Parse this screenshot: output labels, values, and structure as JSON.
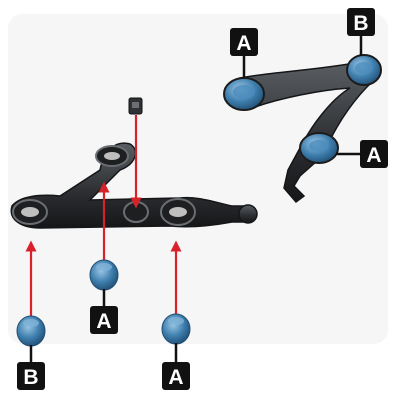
{
  "labels": {
    "assembled_top_left": "A",
    "assembled_top_right": "B",
    "assembled_right": "A",
    "exploded_bushing_center": "A",
    "exploded_bushing_left": "B",
    "exploded_bushing_right": "A"
  },
  "colors": {
    "arm_dark": "#2b2d30",
    "arm_highlight": "#5a5e63",
    "bushing_blue": "#3f7fae",
    "bushing_light": "#7fb3d8",
    "arrow_red": "#d8222a",
    "label_bg": "#111111",
    "label_text": "#ffffff",
    "background_panel": "#f6f6f6"
  },
  "icons": {
    "bolt": "bolt-icon",
    "bushing": "bushing-icon",
    "arrow": "arrow-up-icon"
  }
}
